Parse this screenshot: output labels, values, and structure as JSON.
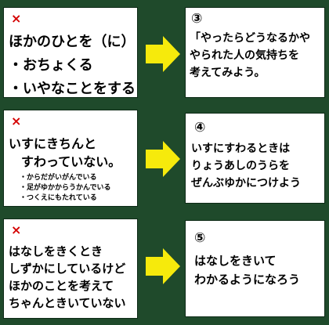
{
  "colors": {
    "background": "#1f4a2b",
    "card": "#ffffff",
    "mark": "#d40000",
    "arrow": "#f6ea0c"
  },
  "mark_symbol": "×",
  "rows": [
    {
      "left": {
        "lines": [
          "ほかのひとを（に）",
          "・おちょくる",
          "・いやなことをする"
        ],
        "sublines": []
      },
      "right": {
        "number": "③",
        "lines": [
          "「やったらどうなるかや",
          "やられた人の気持ちを",
          "考えてみよう。"
        ]
      }
    },
    {
      "left": {
        "lines": [
          "いすにきちんと",
          "　すわっていない。"
        ],
        "sublines": [
          "・からだがいがんでいる",
          "・足がゆかからうかんでいる",
          "・つくえにもたれている"
        ]
      },
      "right": {
        "number": "④",
        "lines": [
          "いすにすわるときは",
          "りょうあしのうらを",
          "ぜんぶゆかにつけよう"
        ]
      }
    },
    {
      "left": {
        "lines": [
          "はなしをきくとき",
          "しずかにしているけど",
          "ほかのことを考えて",
          "ちゃんときいていない"
        ],
        "sublines": []
      },
      "right": {
        "number": "⑤",
        "lines": [
          "はなしをきいて",
          "わかるようになろう"
        ]
      }
    }
  ]
}
